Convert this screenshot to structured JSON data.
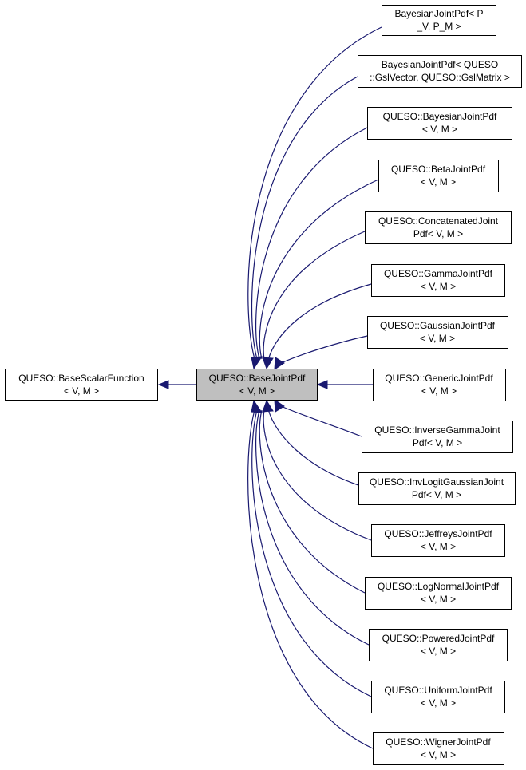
{
  "diagram": {
    "colors": {
      "edge": "#191970",
      "node_border": "#000000",
      "node_fill": "#ffffff",
      "focus_fill": "#bfbfbf"
    },
    "base_node": {
      "line1": "QUESO::BaseScalarFunction",
      "line2": "< V, M >"
    },
    "focus_node": {
      "line1": "QUESO::BaseJointPdf",
      "line2": "< V, M >"
    },
    "derived_nodes": [
      {
        "line1": "BayesianJointPdf< P",
        "line2": "_V, P_M >"
      },
      {
        "line1": "BayesianJointPdf< QUESO",
        "line2": "::GslVector, QUESO::GslMatrix >"
      },
      {
        "line1": "QUESO::BayesianJointPdf",
        "line2": "< V, M >"
      },
      {
        "line1": "QUESO::BetaJointPdf",
        "line2": "< V, M >"
      },
      {
        "line1": "QUESO::ConcatenatedJoint",
        "line2": "Pdf< V, M >"
      },
      {
        "line1": "QUESO::GammaJointPdf",
        "line2": "< V, M >"
      },
      {
        "line1": "QUESO::GaussianJointPdf",
        "line2": "< V, M >"
      },
      {
        "line1": "QUESO::GenericJointPdf",
        "line2": "< V, M >"
      },
      {
        "line1": "QUESO::InverseGammaJoint",
        "line2": "Pdf< V, M >"
      },
      {
        "line1": "QUESO::InvLogitGaussianJoint",
        "line2": "Pdf< V, M >"
      },
      {
        "line1": "QUESO::JeffreysJointPdf",
        "line2": "< V, M >"
      },
      {
        "line1": "QUESO::LogNormalJointPdf",
        "line2": "< V, M >"
      },
      {
        "line1": "QUESO::PoweredJointPdf",
        "line2": "< V, M >"
      },
      {
        "line1": "QUESO::UniformJointPdf",
        "line2": "< V, M >"
      },
      {
        "line1": "QUESO::WignerJointPdf",
        "line2": "< V, M >"
      }
    ]
  }
}
